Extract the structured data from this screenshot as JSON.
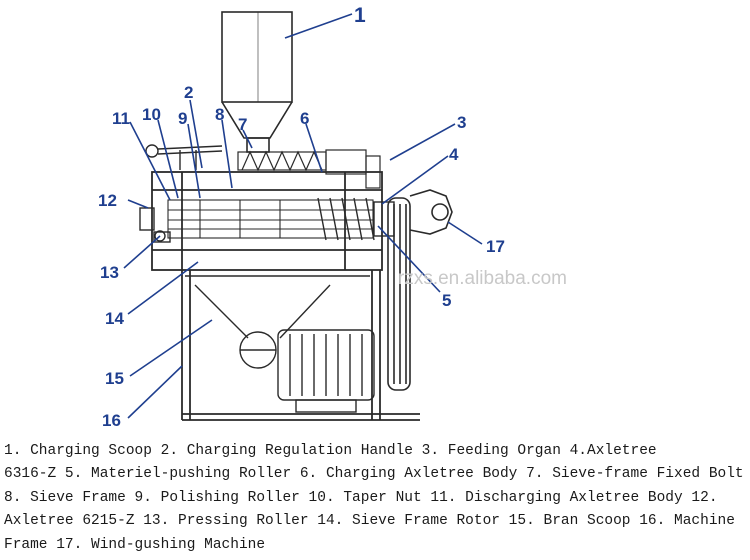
{
  "diagram": {
    "callouts": [
      "1",
      "2",
      "3",
      "4",
      "5",
      "6",
      "7",
      "8",
      "9",
      "10",
      "11",
      "12",
      "13",
      "14",
      "15",
      "16",
      "17"
    ],
    "watermark": "rzxs.en.alibaba.com"
  },
  "legend": {
    "lines": [
      "   1. Charging Scoop 2. Charging Regulation Handle 3. Feeding Organ 4.Axletree",
      "6316-Z 5. Materiel-pushing Roller 6. Charging Axletree Body 7. Sieve-frame Fixed Bolt",
      "8. Sieve Frame 9. Polishing Roller 10. Taper Nut 11. Discharging Axletree Body 12.",
      "Axletree  6215-Z 13. Pressing Roller 14. Sieve Frame Rotor 15. Bran Scoop 16. Machine",
      "Frame 17. Wind-gushing Machine"
    ]
  }
}
